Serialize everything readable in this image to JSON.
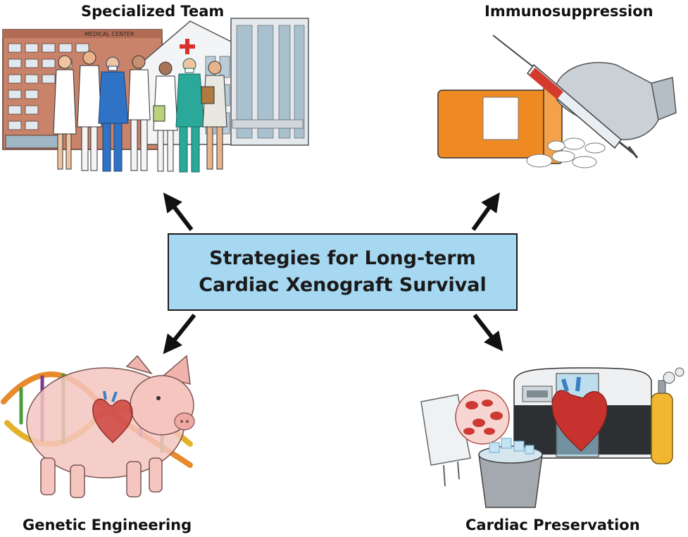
{
  "center": {
    "line1": "Strategies for Long-term",
    "line2": "Cardiac Xenograft Survival"
  },
  "quadrants": {
    "top_left": {
      "label": "Specialized Team",
      "building_sign": "MEDICAL CENTER"
    },
    "top_right": {
      "label": "Immunosuppression"
    },
    "bottom_left": {
      "label": "Genetic Engineering"
    },
    "bottom_right": {
      "label": "Cardiac Preservation"
    }
  },
  "colors": {
    "box_fill": "#a6d8f2",
    "scrubs_blue": "#2f73c6",
    "scrubs_teal": "#2aa89a",
    "pill_bottle": "#ef8a22",
    "pig_pink": "#f5c6c0",
    "heart_red": "#c8322e",
    "oxygen_tank": "#f2b731"
  }
}
